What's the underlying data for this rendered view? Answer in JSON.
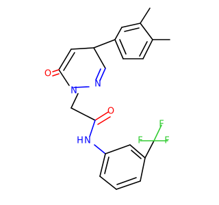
{
  "molecule": {
    "atoms": {
      "o_ketone": "O",
      "n1": "N",
      "n2": "N",
      "o_amide": "O",
      "nh": "N",
      "h_amide": "H",
      "f1": "F",
      "f2": "F",
      "f3": "F"
    },
    "colors": {
      "carbon_bond": "#000000",
      "oxygen": "#ff0000",
      "nitrogen": "#0000ff",
      "fluorine": "#33cc33"
    }
  }
}
